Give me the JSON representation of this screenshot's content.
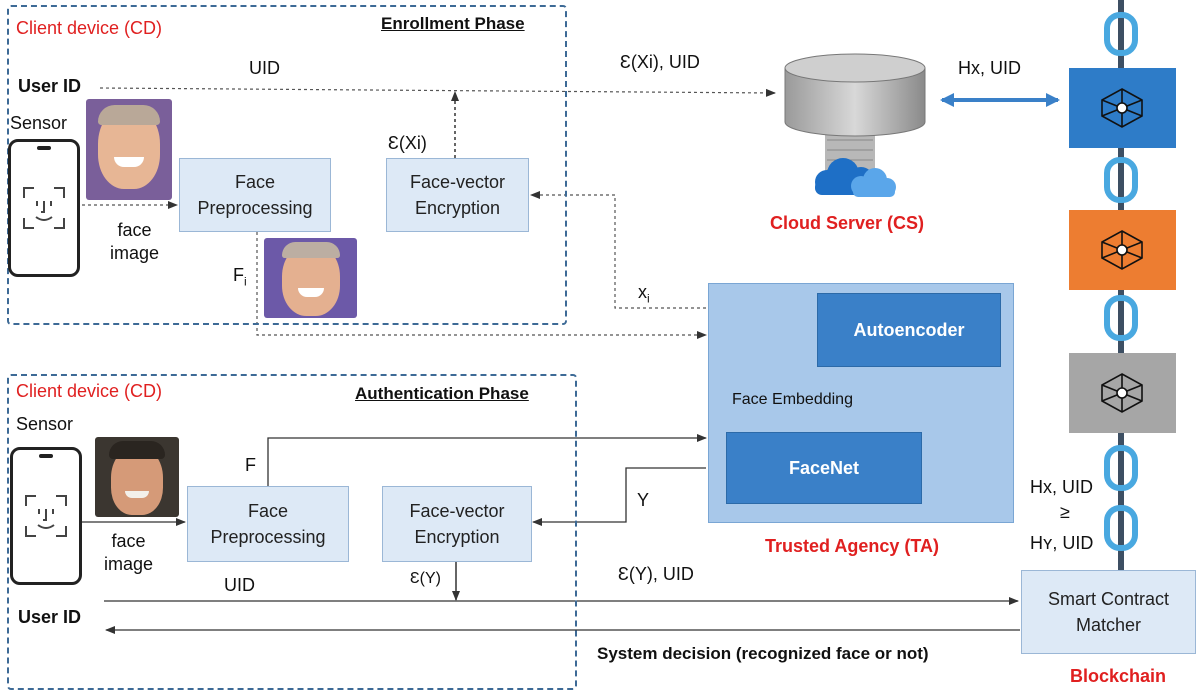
{
  "enrollment": {
    "client_label": "Client device (CD)",
    "phase_title": "Enrollment Phase",
    "user_id": "User ID",
    "sensor": "Sensor",
    "face_image": [
      "face",
      "image"
    ],
    "uid": "UID",
    "face_preprocessing": [
      "Face",
      "Preprocessing"
    ],
    "face_vector_encryption": [
      "Face-vector",
      "Encryption"
    ],
    "enc_xi": "Ɛ(Xi)",
    "fi": "F",
    "fi_sub": "i",
    "xi": "x",
    "xi_sub": "i",
    "enc_xi_uid": "Ɛ(Xi), UID"
  },
  "authentication": {
    "client_label": "Client device (CD)",
    "phase_title": "Authentication Phase",
    "user_id": "User ID",
    "sensor": "Sensor",
    "face_image": [
      "face",
      "image"
    ],
    "uid": "UID",
    "face_preprocessing": [
      "Face",
      "Preprocessing"
    ],
    "face_vector_encryption": [
      "Face-vector",
      "Encryption"
    ],
    "enc_y": "Ɛ(Y)",
    "f": "F",
    "y": "Y",
    "enc_y_uid": "Ɛ(Y), UID",
    "system_decision": "System decision (recognized face or not)"
  },
  "cloud": {
    "label": "Cloud Server (CS)",
    "hx_uid": "Hx, UID"
  },
  "trusted_agency": {
    "label": "Trusted Agency (TA)",
    "autoencoder": "Autoencoder",
    "face_embedding": "Face Embedding",
    "facenet": "FaceNet"
  },
  "blockchain": {
    "label": "Blockchain",
    "compare_top": "Hx, UID",
    "compare_op": "≥",
    "compare_bottom": "Hʏ, UID",
    "smart_contract": [
      "Smart Contract",
      "Matcher"
    ],
    "block_colors": [
      "#2e7cc8",
      "#ed7d31",
      "#a6a6a6"
    ]
  }
}
